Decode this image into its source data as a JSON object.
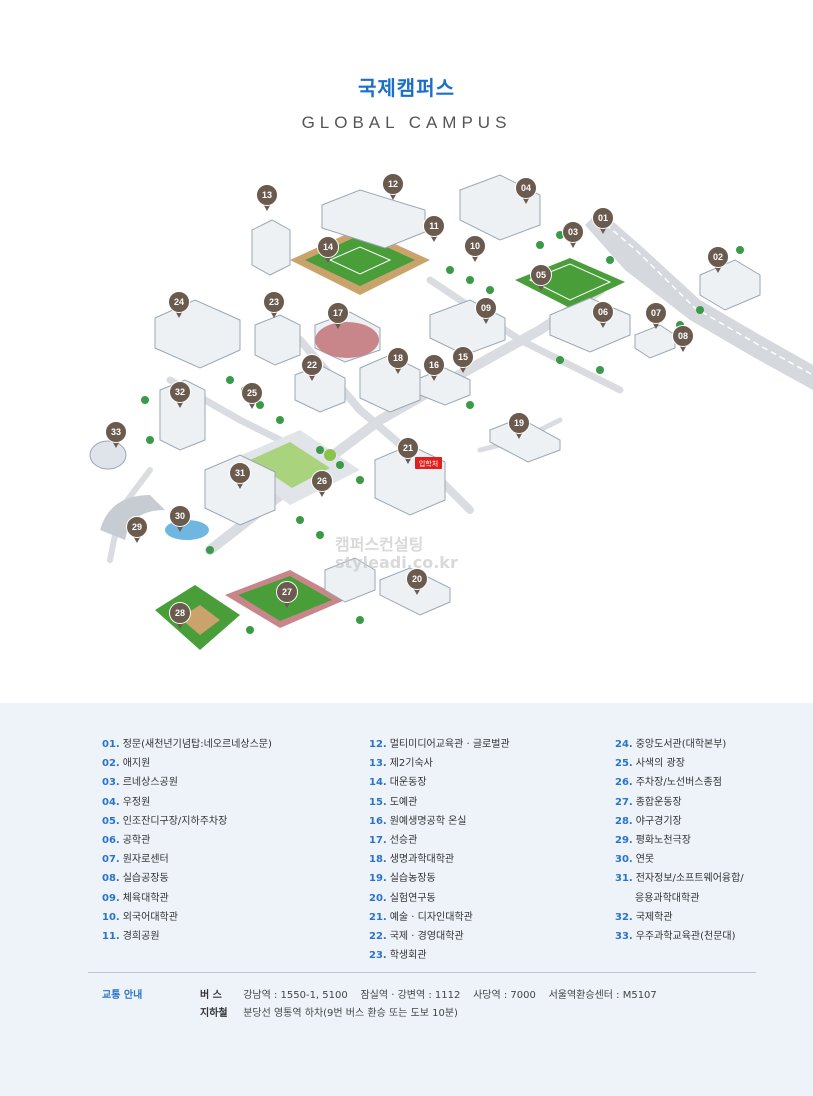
{
  "header": {
    "title_ko": "국제캠퍼스",
    "title_en": "GLOBAL CAMPUS"
  },
  "map": {
    "admission_badge": "입학처",
    "watermark_ko": "캠퍼스컨설팅",
    "watermark_url": "styleadi.co.kr",
    "pins": [
      {
        "num": "01"
      },
      {
        "num": "02"
      },
      {
        "num": "03"
      },
      {
        "num": "04"
      },
      {
        "num": "05"
      },
      {
        "num": "06"
      },
      {
        "num": "07"
      },
      {
        "num": "08"
      },
      {
        "num": "09"
      },
      {
        "num": "10"
      },
      {
        "num": "11"
      },
      {
        "num": "12"
      },
      {
        "num": "13"
      },
      {
        "num": "14"
      },
      {
        "num": "15"
      },
      {
        "num": "16"
      },
      {
        "num": "17"
      },
      {
        "num": "18"
      },
      {
        "num": "19"
      },
      {
        "num": "20"
      },
      {
        "num": "21"
      },
      {
        "num": "22"
      },
      {
        "num": "23"
      },
      {
        "num": "24"
      },
      {
        "num": "25"
      },
      {
        "num": "26"
      },
      {
        "num": "27"
      },
      {
        "num": "28"
      },
      {
        "num": "29"
      },
      {
        "num": "30"
      },
      {
        "num": "31"
      },
      {
        "num": "32"
      },
      {
        "num": "33"
      }
    ],
    "colors": {
      "pin": "#6b5a4e",
      "road": "#d5d8dc",
      "grass": "#7cbf4e",
      "field": "#4a9e3a",
      "track": "#c9a36b",
      "building_roof": "#9aa7b4",
      "tree": "#3a9a48"
    }
  },
  "legend": {
    "col1": [
      {
        "num": "01.",
        "name": "정문(새천년기념탑:네오르네상스문)"
      },
      {
        "num": "02.",
        "name": "애지원"
      },
      {
        "num": "03.",
        "name": "르네상스공원"
      },
      {
        "num": "04.",
        "name": "우정원"
      },
      {
        "num": "05.",
        "name": "인조잔디구장/지하주차장"
      },
      {
        "num": "06.",
        "name": "공학관"
      },
      {
        "num": "07.",
        "name": "원자로센터"
      },
      {
        "num": "08.",
        "name": "실습공장동"
      },
      {
        "num": "09.",
        "name": "체육대학관"
      },
      {
        "num": "10.",
        "name": "외국어대학관"
      },
      {
        "num": "11.",
        "name": "경희공원"
      }
    ],
    "col2": [
      {
        "num": "12.",
        "name": "멀티미디어교육관 · 글로벌관"
      },
      {
        "num": "13.",
        "name": "제2기숙사"
      },
      {
        "num": "14.",
        "name": "대운동장"
      },
      {
        "num": "15.",
        "name": "도예관"
      },
      {
        "num": "16.",
        "name": "원예생명공학 온실"
      },
      {
        "num": "17.",
        "name": "선승관"
      },
      {
        "num": "18.",
        "name": "생명과학대학관"
      },
      {
        "num": "19.",
        "name": "실습농장동"
      },
      {
        "num": "20.",
        "name": "실험연구동"
      },
      {
        "num": "21.",
        "name": "예술 · 디자인대학관"
      },
      {
        "num": "22.",
        "name": "국제 · 경영대학관"
      },
      {
        "num": "23.",
        "name": "학생회관"
      }
    ],
    "col3": [
      {
        "num": "24.",
        "name": "중앙도서관(대학본부)"
      },
      {
        "num": "25.",
        "name": "사색의 광장"
      },
      {
        "num": "26.",
        "name": "주차장/노선버스종점"
      },
      {
        "num": "27.",
        "name": "종합운동장"
      },
      {
        "num": "28.",
        "name": "야구경기장"
      },
      {
        "num": "29.",
        "name": "평화노천극장"
      },
      {
        "num": "30.",
        "name": "연못"
      },
      {
        "num": "31.",
        "name": "전자정보/소프트웨어융합/",
        "cont": "응용과학대학관"
      },
      {
        "num": "32.",
        "name": "국제학관"
      },
      {
        "num": "33.",
        "name": "우주과학교육관(천문대)"
      }
    ]
  },
  "transit": {
    "title": "교통 안내",
    "bus_label": "버 스",
    "bus_text": "강남역 : 1550-1, 5100    잠실역 · 강변역 : 1112    사당역 : 7000    서울역환승센터 : M5107",
    "subway_label": "지하철",
    "subway_text": "분당선 영통역 하차(9번 버스 환승 또는 도보 10분)"
  }
}
